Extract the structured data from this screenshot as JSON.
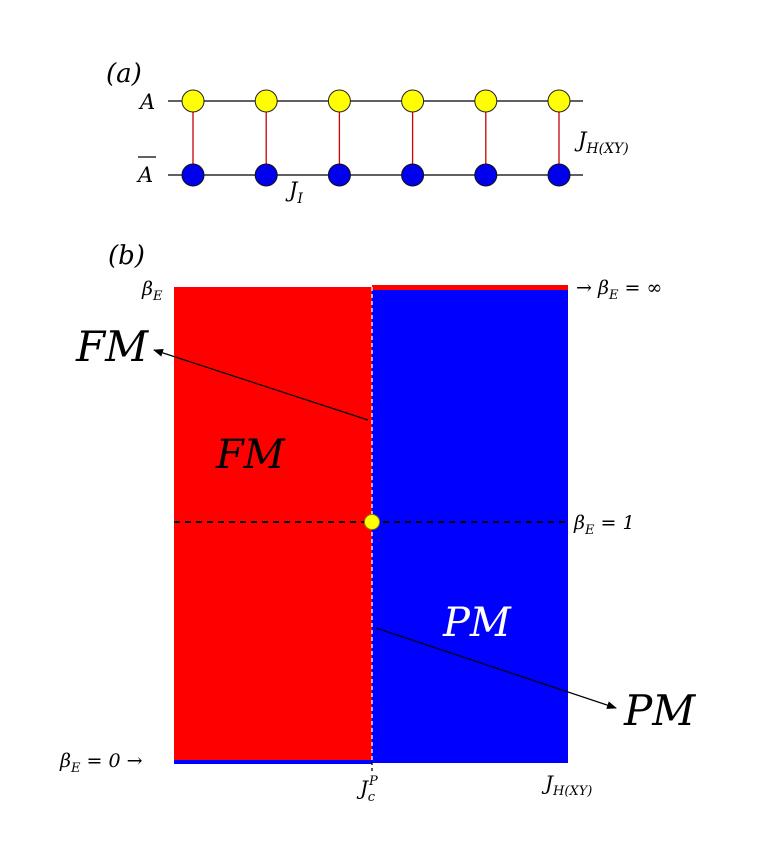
{
  "panel_a": {
    "tag": "(a)",
    "top_row_label": "A",
    "bottom_row_label": "A",
    "leg_coupling_label": "J",
    "leg_coupling_sub": "H(XY)",
    "rung_coupling_label": "J",
    "rung_coupling_sub": "I",
    "site_count": 6,
    "colors": {
      "top_sites": "#ffff00",
      "bottom_sites": "#0000ee",
      "rungs": "#cc0000",
      "legs": "#000000"
    }
  },
  "panel_b": {
    "tag": "(b)",
    "y_axis_label": "β",
    "y_axis_sub": "E",
    "top_right_label": "→ β",
    "top_right_sub": "E",
    "top_right_value": " = ∞",
    "mid_right_label": "β",
    "mid_right_sub": "E",
    "mid_right_value": " = 1",
    "bottom_left_label": "β",
    "bottom_left_sub": "E",
    "bottom_left_value": " = 0 →",
    "x_critical_label": "J",
    "x_critical_sup": "P",
    "x_critical_sub": "c",
    "x_end_label": "J",
    "x_end_sub": "H(XY)",
    "region_left_label": "FM",
    "region_right_label": "PM",
    "callout_left_label": "FM",
    "callout_right_label": "PM",
    "colors": {
      "fm_region": "#ff0000",
      "pm_region": "#0000ff",
      "critical_point": "#ffff00"
    }
  }
}
